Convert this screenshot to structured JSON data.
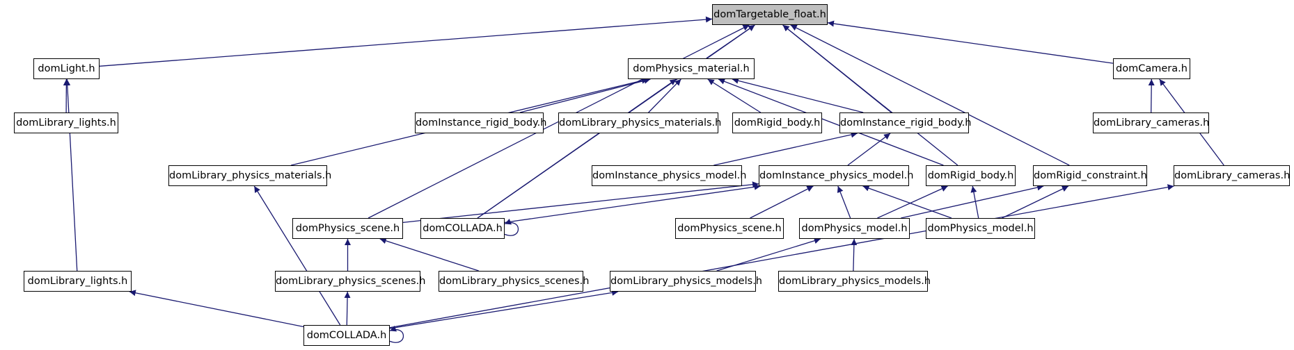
{
  "diagram": {
    "edge_color": "#191970",
    "highlight_fill": "#bfbfbf",
    "nodes": [
      {
        "id": "n_float",
        "label": "domTargetable_float.h",
        "root": true
      },
      {
        "id": "n_light",
        "label": "domLight.h"
      },
      {
        "id": "n_physmat",
        "label": "domPhysics_material.h"
      },
      {
        "id": "n_camera",
        "label": "domCamera.h"
      },
      {
        "id": "n_liblights1",
        "label": "domLibrary_lights.h"
      },
      {
        "id": "n_instrb1",
        "label": "domInstance_rigid_body.h"
      },
      {
        "id": "n_libphysmat1",
        "label": "domLibrary_physics_materials.h"
      },
      {
        "id": "n_rigidbody1",
        "label": "domRigid_body.h"
      },
      {
        "id": "n_instrb2",
        "label": "domInstance_rigid_body.h"
      },
      {
        "id": "n_libcam1",
        "label": "domLibrary_cameras.h"
      },
      {
        "id": "n_libphysmat2",
        "label": "domLibrary_physics_materials.h"
      },
      {
        "id": "n_instpm1",
        "label": "domInstance_physics_model.h"
      },
      {
        "id": "n_instpm2",
        "label": "domInstance_physics_model.h"
      },
      {
        "id": "n_rigidbody2",
        "label": "domRigid_body.h"
      },
      {
        "id": "n_rigidcons",
        "label": "domRigid_constraint.h"
      },
      {
        "id": "n_libcam2",
        "label": "domLibrary_cameras.h"
      },
      {
        "id": "n_physscene1",
        "label": "domPhysics_scene.h"
      },
      {
        "id": "n_collada1",
        "label": "domCOLLADA.h"
      },
      {
        "id": "n_physscene2",
        "label": "domPhysics_scene.h"
      },
      {
        "id": "n_physmodel1",
        "label": "domPhysics_model.h"
      },
      {
        "id": "n_physmodel2",
        "label": "domPhysics_model.h"
      },
      {
        "id": "n_liblights2",
        "label": "domLibrary_lights.h"
      },
      {
        "id": "n_libscenes1",
        "label": "domLibrary_physics_scenes.h"
      },
      {
        "id": "n_libscenes2",
        "label": "domLibrary_physics_scenes.h"
      },
      {
        "id": "n_libmodels1",
        "label": "domLibrary_physics_models.h"
      },
      {
        "id": "n_libmodels2",
        "label": "domLibrary_physics_models.h"
      },
      {
        "id": "n_collada2",
        "label": "domCOLLADA.h"
      }
    ],
    "edges": [
      {
        "from": "n_light",
        "to": "n_float"
      },
      {
        "from": "n_physmat",
        "to": "n_float"
      },
      {
        "from": "n_camera",
        "to": "n_float"
      },
      {
        "from": "n_instrb2",
        "to": "n_float"
      },
      {
        "from": "n_rigidbody2",
        "to": "n_float"
      },
      {
        "from": "n_rigidcons",
        "to": "n_float"
      },
      {
        "from": "n_physscene1",
        "to": "n_float"
      },
      {
        "from": "n_collada1",
        "to": "n_float"
      },
      {
        "from": "n_liblights1",
        "to": "n_light"
      },
      {
        "from": "n_liblights2",
        "to": "n_light"
      },
      {
        "from": "n_instrb1",
        "to": "n_physmat"
      },
      {
        "from": "n_libphysmat1",
        "to": "n_physmat"
      },
      {
        "from": "n_rigidbody1",
        "to": "n_physmat"
      },
      {
        "from": "n_instrb2",
        "to": "n_physmat"
      },
      {
        "from": "n_libphysmat2",
        "to": "n_physmat"
      },
      {
        "from": "n_rigidbody2",
        "to": "n_physmat"
      },
      {
        "from": "n_collada1",
        "to": "n_physmat"
      },
      {
        "from": "n_libcam1",
        "to": "n_camera"
      },
      {
        "from": "n_libcam2",
        "to": "n_camera"
      },
      {
        "from": "n_instpm1",
        "to": "n_instrb2"
      },
      {
        "from": "n_instpm2",
        "to": "n_instrb2"
      },
      {
        "from": "n_physscene1",
        "to": "n_instpm2"
      },
      {
        "from": "n_collada1",
        "to": "n_instpm2"
      },
      {
        "from": "n_physscene2",
        "to": "n_instpm2"
      },
      {
        "from": "n_physmodel1",
        "to": "n_instpm2"
      },
      {
        "from": "n_physmodel2",
        "to": "n_instpm2"
      },
      {
        "from": "n_physmodel1",
        "to": "n_rigidbody2"
      },
      {
        "from": "n_physmodel2",
        "to": "n_rigidbody2"
      },
      {
        "from": "n_physmodel1",
        "to": "n_rigidcons"
      },
      {
        "from": "n_physmodel2",
        "to": "n_rigidcons"
      },
      {
        "from": "n_collada1",
        "to": "n_collada1",
        "self": true
      },
      {
        "from": "n_libscenes1",
        "to": "n_physscene1"
      },
      {
        "from": "n_libscenes2",
        "to": "n_physscene1"
      },
      {
        "from": "n_libmodels1",
        "to": "n_physmodel1"
      },
      {
        "from": "n_libmodels2",
        "to": "n_physmodel1"
      },
      {
        "from": "n_collada2",
        "to": "n_libphysmat2"
      },
      {
        "from": "n_collada2",
        "to": "n_liblights2"
      },
      {
        "from": "n_collada2",
        "to": "n_libscenes1"
      },
      {
        "from": "n_collada2",
        "to": "n_libmodels1"
      },
      {
        "from": "n_collada2",
        "to": "n_libcam2"
      },
      {
        "from": "n_collada2",
        "to": "n_collada2",
        "self": true
      }
    ]
  }
}
